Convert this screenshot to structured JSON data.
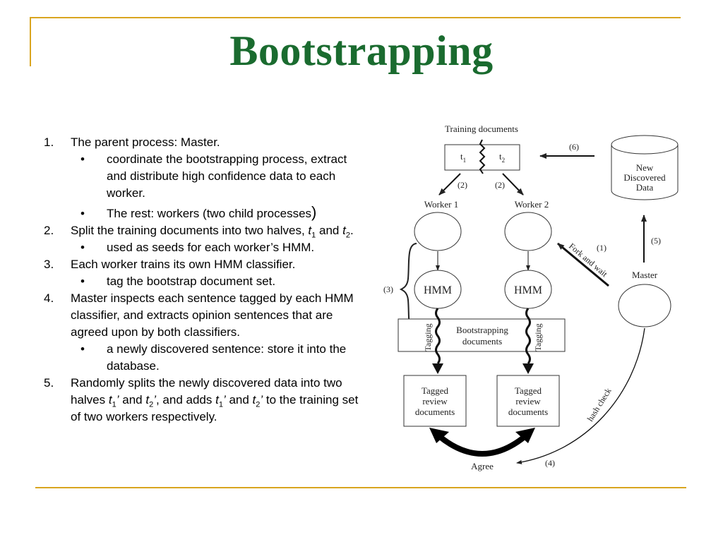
{
  "slide": {
    "title": "Bootstrapping",
    "colors": {
      "title": "#1a6b2f",
      "frame": "#d9a520"
    }
  },
  "content": {
    "item1": {
      "num": "1.",
      "text": "The parent process: Master."
    },
    "item1_b1": {
      "dot": "•",
      "text": "coordinate the bootstrapping process, extract and distribute high confidence data to each worker."
    },
    "item1_b2": {
      "dot": "•",
      "text": "The rest: workers (two child processes",
      "paren": ")"
    },
    "item2": {
      "num": "2.",
      "text_a": "Split the training documents into two halves, ",
      "t1": "t",
      "t1_sub": "1",
      "text_b": " and ",
      "t2": "t",
      "t2_sub": "2",
      "text_c": "."
    },
    "item2_b1": {
      "dot": "•",
      "text": "used as seeds for each worker’s HMM."
    },
    "item3": {
      "num": "3.",
      "text": "Each worker trains its own HMM classifier."
    },
    "item3_b1": {
      "dot": "•",
      "text": "tag the bootstrap document set."
    },
    "item4": {
      "num": "4.",
      "text": "Master inspects each sentence tagged by each HMM classifier, and extracts opinion sentences that are agreed upon by both classifiers."
    },
    "item4_b1": {
      "dot": "•",
      "text": "a newly discovered sentence: store it into the database."
    },
    "item5": {
      "num": "5.",
      "text_a": "Randomly splits the newly discovered data into two halves ",
      "ta": "t",
      "ta_sub": "1",
      "ta_prime": "’",
      "text_b": " and ",
      "tb": "t",
      "tb_sub": "2",
      "tb_prime": "’",
      "text_c": ", and adds ",
      "tc": "t",
      "tc_sub": "1",
      "tc_prime": "’",
      "text_d": " and ",
      "td": "t",
      "td_sub": "2",
      "td_prime": "’",
      "text_e": " to the training set of two workers respectively."
    }
  },
  "diagram": {
    "training_documents": "Training documents",
    "t1": "t",
    "t1_sub": "1",
    "t2": "t",
    "t2_sub": "2",
    "step1": "(1)",
    "step2a": "(2)",
    "step2b": "(2)",
    "step3": "(3)",
    "step4": "(4)",
    "step5": "(5)",
    "step6": "(6)",
    "new_discovered_1": "New",
    "new_discovered_2": "Discovered",
    "new_discovered_3": "Data",
    "worker1": "Worker 1",
    "worker2": "Worker 2",
    "fork_and_wait": "Fork and wait",
    "master": "Master",
    "hmm1": "HMM",
    "hmm2": "HMM",
    "tagging1": "Tagging",
    "tagging2": "Tagging",
    "bootstrap_1": "Bootstrapping",
    "bootstrap_2": "documents",
    "tagged1_1": "Tagged",
    "tagged1_2": "review",
    "tagged1_3": "documents",
    "tagged2_1": "Tagged",
    "tagged2_2": "review",
    "tagged2_3": "documents",
    "hash_check": "hash check",
    "agree": "Agree"
  }
}
